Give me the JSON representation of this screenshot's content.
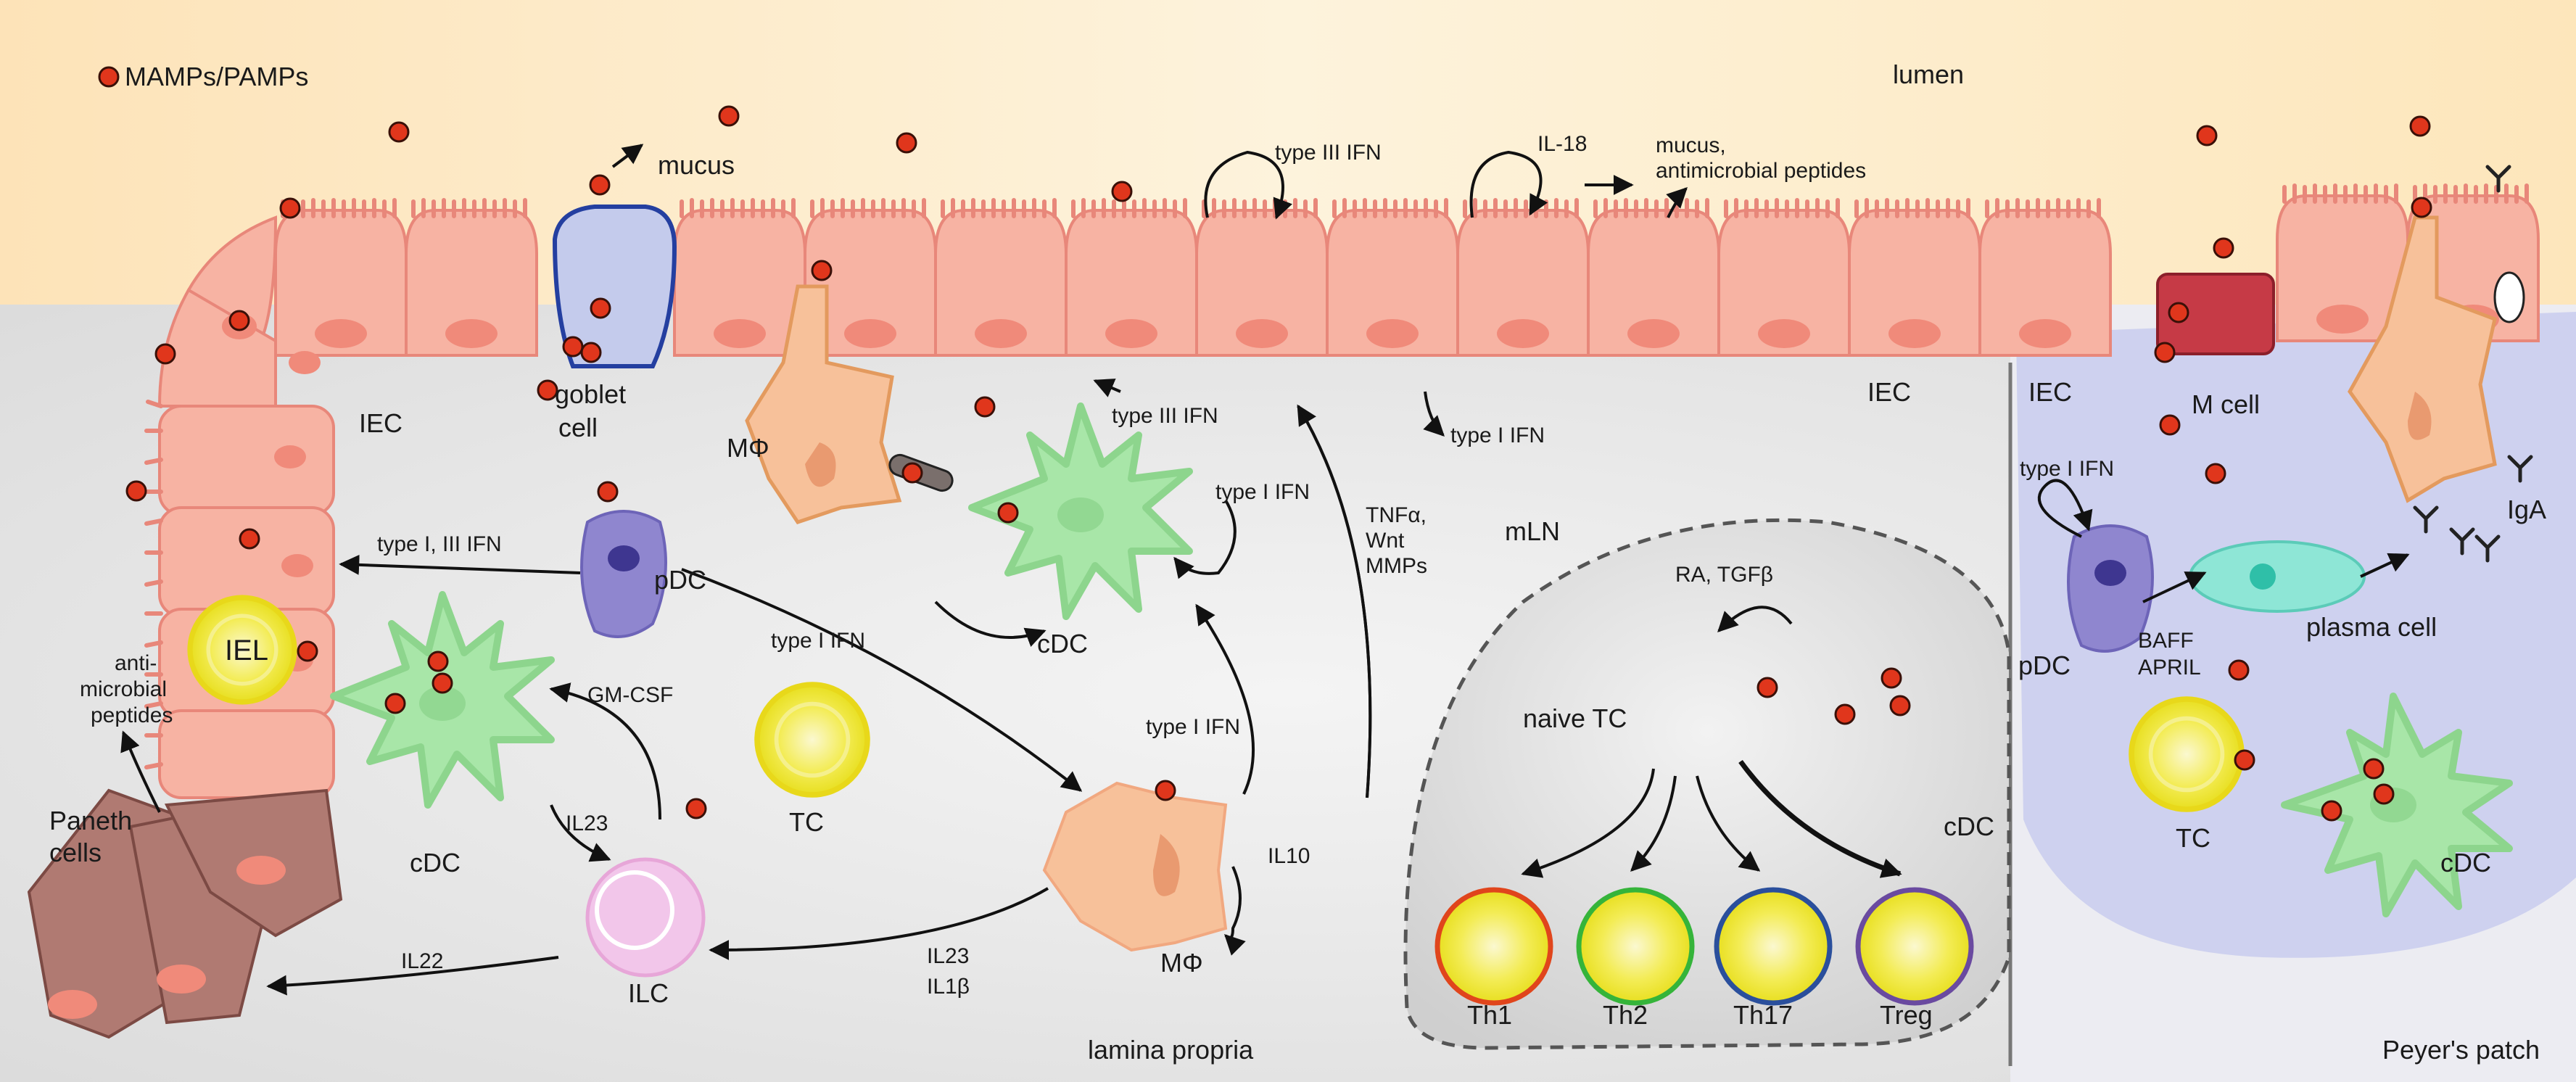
{
  "legend": {
    "mamps": "MAMPs/PAMPs"
  },
  "regions": {
    "lumen": "lumen",
    "lamina_propria": "lamina propria",
    "peyers_patch": "Peyer's patch",
    "mln": "mLN"
  },
  "cells": {
    "iec_left": "IEC",
    "iec_mid": "IEC",
    "iec_pp": "IEC",
    "goblet": [
      "goblet",
      "cell"
    ],
    "macrophage_epi": "MΦ",
    "macrophage_lp": "MΦ",
    "pdc_lp": "pDC",
    "pdc_pp": "pDC",
    "cdc_upper": "cDC",
    "cdc_left": "cDC",
    "cdc_mln": "cDC",
    "cdc_pp": "cDC",
    "iel": "IEL",
    "paneth": [
      "Paneth",
      "cells"
    ],
    "tc_lp": "TC",
    "tc_pp": "TC",
    "ilc": "ILC",
    "naive_tc": "naive TC",
    "th1": "Th1",
    "th2": "Th2",
    "th17": "Th17",
    "treg": "Treg",
    "m_cell": "M cell",
    "plasma_cell": "plasma cell"
  },
  "signals": {
    "mucus": "mucus",
    "type3_ifn_top": "type III IFN",
    "il18": "IL-18",
    "mucus_amp": [
      "mucus,",
      "antimicrobial peptides"
    ],
    "type1_ifn_iec": "type I IFN",
    "type3_ifn_cdc": "type III IFN",
    "type1_ifn_cdc_loop": "type I IFN",
    "tnf": [
      "TNFα,",
      "Wnt",
      "MMPs"
    ],
    "type13_ifn": "type I, III IFN",
    "type1_ifn_pdc": "type I IFN",
    "type1_ifn_mac": "type I IFN",
    "gm_csf": "GM-CSF",
    "il23_ilc": "IL23",
    "il10": "IL10",
    "il22": "IL22",
    "il23_il1b": [
      "IL23",
      "IL1β"
    ],
    "amp_paneth": [
      "anti-",
      "microbial",
      "peptides"
    ],
    "ra_tgfb": "RA, TGFβ",
    "type1_ifn_pp": "type I IFN",
    "baff_april": [
      "BAFF",
      "APRIL"
    ],
    "iga": "IgA"
  },
  "colors": {
    "epithelium": "#f7b3a3",
    "epithelium_stroke": "#e8877a",
    "nucleus": "#f08a7a",
    "paneth": "#b07a72",
    "goblet": "#3a55b0",
    "macrophage": "#f7c19a",
    "dendritic": "#a8e6a8",
    "pdc": "#8f86cf",
    "tcell": "#f2ea3a",
    "ilc": "#f2c6ea",
    "plasma": "#8ee6d6",
    "mcell": "#c63a46",
    "bacteria": "#e0361c",
    "peyers": "#c9cdef",
    "lumen_top": "#fdf0d2"
  }
}
